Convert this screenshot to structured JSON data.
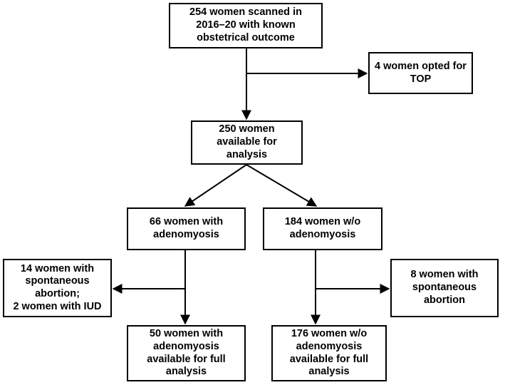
{
  "boxes": {
    "scanned": "254 women scanned in\n2016–20 with known\nobstetrical outcome",
    "top": "4 women opted for\nTOP",
    "available": "250 women\navailable for\nanalysis",
    "adenomyosis": "66 women with\nadenomyosis",
    "no_adenomyosis": "184 women w/o\nadenomyosis",
    "abortion_adenomyosis": "14 women with\nspontaneous\nabortion;\n2 women with IUD",
    "abortion_no_adenomyosis": "8 women with\nspontaneous\nabortion",
    "full_adenomyosis": "50 women with\nadenomyosis\navailable for full\nanalysis",
    "full_no_adenomyosis": "176 women w/o\nadenomyosis\navailable for full\nanalysis"
  },
  "colors": {
    "line": "#000000",
    "box_border": "#000000",
    "background": "#ffffff"
  }
}
